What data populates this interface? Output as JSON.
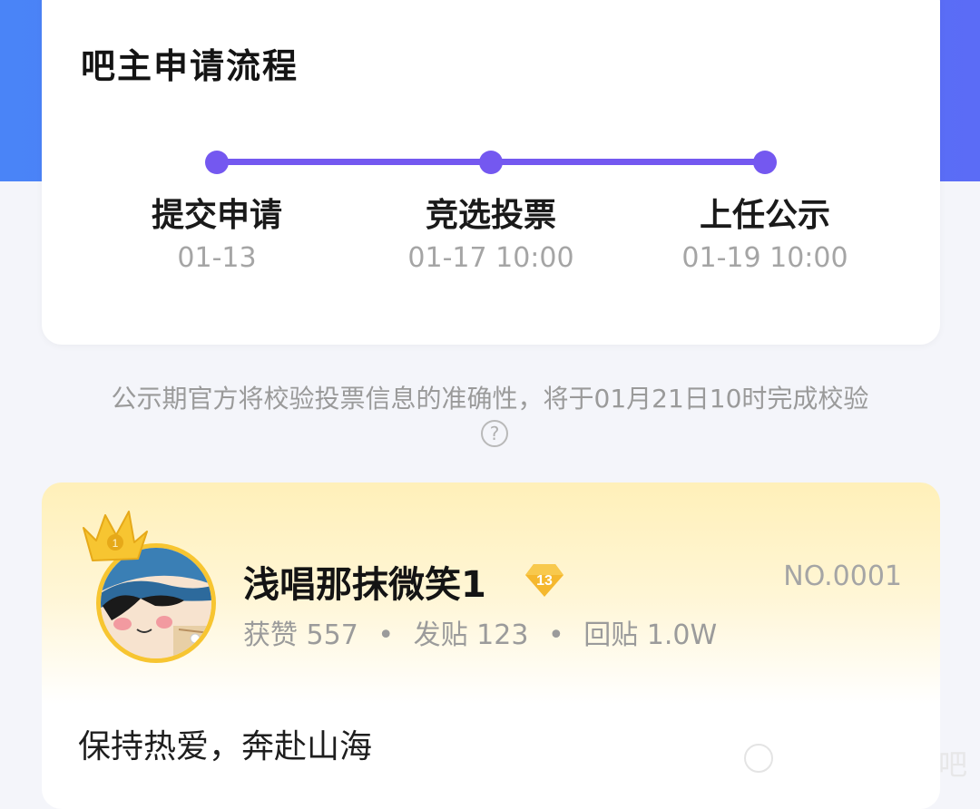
{
  "process": {
    "title": "吧主申请流程",
    "steps": [
      {
        "label": "提交申请",
        "date": "01-13"
      },
      {
        "label": "竞选投票",
        "date": "01-17 10:00"
      },
      {
        "label": "上任公示",
        "date": "01-19 10:00"
      }
    ]
  },
  "notice": {
    "text": "公示期官方将校验投票信息的准确性，将于01月21日10时完成校验",
    "help_icon": "?"
  },
  "candidate": {
    "rank_badge": "1",
    "name": "浅唱那抹微笑1",
    "level": "13",
    "number": "NO.0001",
    "stats": [
      {
        "label": "获赞",
        "value": "557"
      },
      {
        "label": "发贴",
        "value": "123"
      },
      {
        "label": "回贴",
        "value": "1.0W"
      }
    ],
    "separator": "•",
    "motto": "保持热爱，奔赴山海"
  },
  "watermark": {
    "text": "吧"
  },
  "colors": {
    "header_blue": "#4a84f7",
    "timeline_purple": "#7458f0",
    "avatar_ring": "#f7c531",
    "level_badge": "#f5b82e",
    "card_gold_top": "#fff0b9"
  },
  "icons": {
    "crown": "crown-icon",
    "level": "level-badge-icon",
    "help": "question-circle-icon"
  }
}
